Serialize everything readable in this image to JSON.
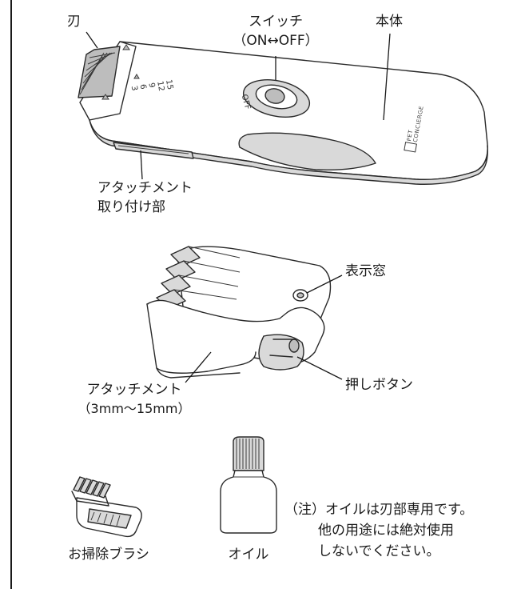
{
  "labels": {
    "blade": "刃",
    "switch_line1": "スイッチ",
    "switch_line2": "（ON↔OFF）",
    "body": "本体",
    "attach_mount_line1": "アタッチメント",
    "attach_mount_line2": "取り付け部",
    "indicator_window": "表示窓",
    "push_button": "押しボタン",
    "attachment_line1": "アタッチメント",
    "attachment_line2": "（3mm〜15mm）",
    "brush": "お掃除ブラシ",
    "oil": "オイル",
    "note_line1": "（注）オイルは刃部専用です。",
    "note_line2": "他の用途には絶対使用",
    "note_line3": "しないでください。"
  },
  "device_markings": {
    "switch_off": "OFF",
    "scale": [
      "15",
      "12",
      "9",
      "6",
      "3"
    ],
    "brand_line1": "PET",
    "brand_line2": "CONCIERGE"
  },
  "colors": {
    "line": "#2a2a2a",
    "shade": "#d9d9d9",
    "dark_shade": "#bdbdbd"
  }
}
